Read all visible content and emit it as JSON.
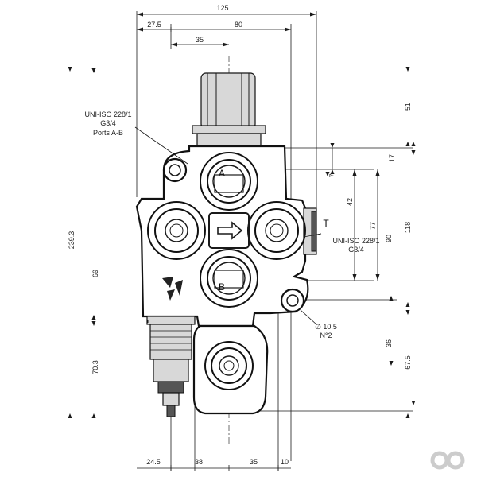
{
  "dimensions": {
    "top": {
      "overall": "125",
      "left_offset": "27.5",
      "width_80": "80",
      "width_35": "35"
    },
    "bottom": {
      "d1": "24.5",
      "d2": "38",
      "d3": "35",
      "d4": "10"
    },
    "left": {
      "height_total": "239.3",
      "height_upper": "69",
      "height_lower": "70.3"
    },
    "right": {
      "h51": "51",
      "h17": "17",
      "h118": "118",
      "h7": "7",
      "h42": "42",
      "h77": "77",
      "h90": "90",
      "h36": "36",
      "h67_5": "67.5"
    }
  },
  "labels": {
    "ports_ab_line1": "UNI-ISO 228/1",
    "ports_ab_line2": "G3/4",
    "ports_ab_line3": "Ports A-B",
    "port_t_line1": "UNI-ISO 228/1",
    "port_t_line2": "G3/4",
    "hole_line1": "∅ 10.5",
    "hole_line2": "N°2"
  },
  "ports": {
    "a": "A",
    "b": "B",
    "t": "T"
  },
  "logo": {
    "name": "brand-logo-icon",
    "color": "#cccccc"
  },
  "colors": {
    "line": "#1a1a1a",
    "body": "#ffffff",
    "shade": "#d8d8d8"
  }
}
